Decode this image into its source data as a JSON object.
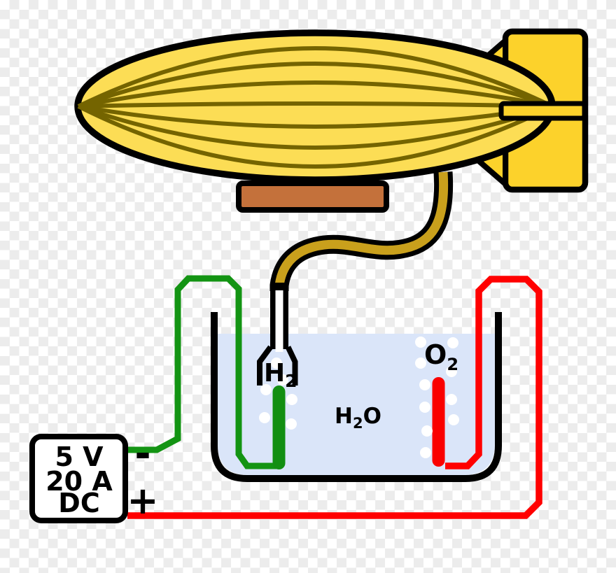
{
  "diagram": {
    "power_supply": {
      "line1": "5 V",
      "line2": "20 A",
      "line3": "DC",
      "negative_terminal": "-",
      "positive_terminal": "+"
    },
    "labels": {
      "hydrogen": {
        "symbol": "H",
        "subscript": "2"
      },
      "oxygen": {
        "symbol": "O",
        "subscript": "2"
      },
      "water": {
        "h": "H",
        "h_subscript": "2",
        "o": "O"
      }
    },
    "colors": {
      "negative_wire_green": "#139413",
      "positive_wire_red": "#FF0000",
      "hydrogen_electrode_green": "#128F12",
      "oxygen_electrode_red": "#FA0000",
      "water_fill": "#DAE5F9",
      "balloon_yellow": "#FCDD55",
      "balloon_rib_olive": "#746400",
      "fin_gold": "#FCD22B",
      "gondola_brown": "#C4713B",
      "tube_gold": "#C9A01C",
      "checker_gray": "#ECECEC"
    }
  }
}
